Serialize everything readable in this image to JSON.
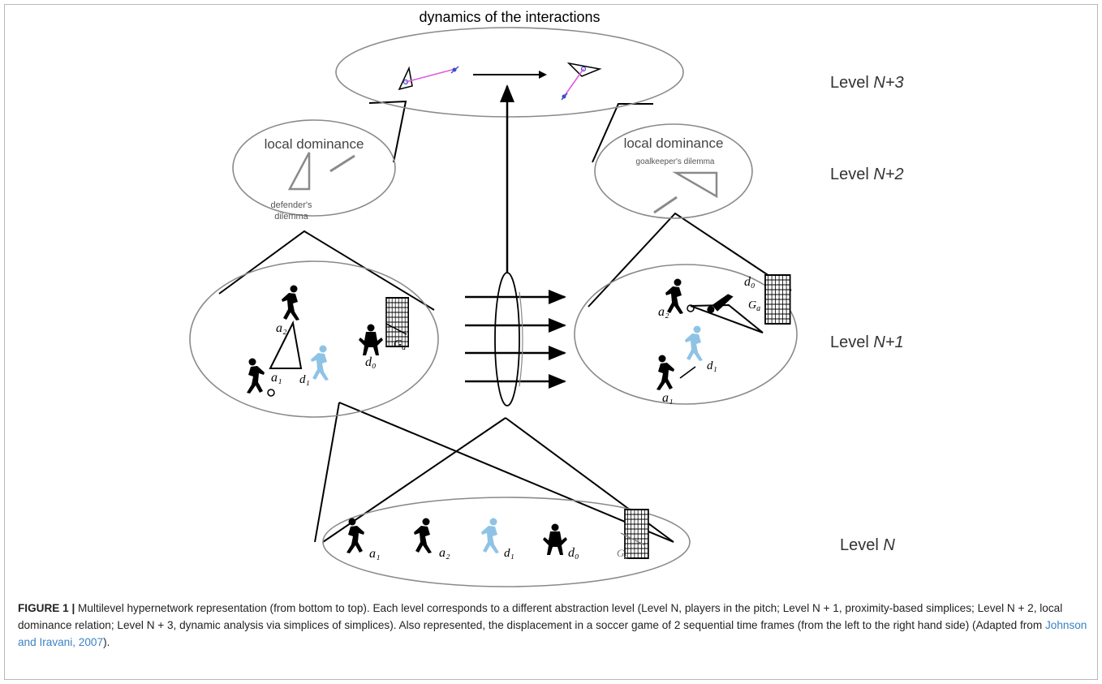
{
  "levels": {
    "n3": {
      "prefix": "Level ",
      "var": "N+3"
    },
    "n2": {
      "prefix": "Level ",
      "var": "N+2"
    },
    "n1": {
      "prefix": "Level ",
      "var": "N+1"
    },
    "n0": {
      "prefix": "Level ",
      "var": "N"
    }
  },
  "top_node": {
    "title": "dynamics of the interactions"
  },
  "left_dominance": {
    "title": "local dominance",
    "dilemma_line1": "defender's",
    "dilemma_line2": "dilemma"
  },
  "right_dominance": {
    "title": "local dominance",
    "dilemma": "goalkeeper's dilemma"
  },
  "symbols": {
    "a1": "a₁",
    "a2": "a₂",
    "d1": "d₁",
    "d0": "d₀",
    "Ga": "G",
    "Ga_sub": "a",
    "Gd": "G",
    "Gd_sub": "d"
  },
  "caption": {
    "label": "FIGURE 1 |",
    "body": " Multilevel hypernetwork representation (from bottom to top). Each level corresponds to a different abstraction level (Level N, players in the pitch; Level N + 1, proximity-based simplices; Level N + 2, local dominance relation; Level N + 3, dynamic analysis via simplices of simplices). Also represented, the displacement in a soccer game of 2 sequential time frames (from the left to the right hand side) (Adapted from ",
    "reference": "Johnson and Iravani, 2007",
    "end": ")."
  },
  "colors": {
    "ellipse_stroke": "#8a8a8a",
    "player_light": "#8fc3e6",
    "link_magenta": "#e05be0",
    "node_blue": "#3a4fc8",
    "reference_blue": "#3b82c4"
  }
}
